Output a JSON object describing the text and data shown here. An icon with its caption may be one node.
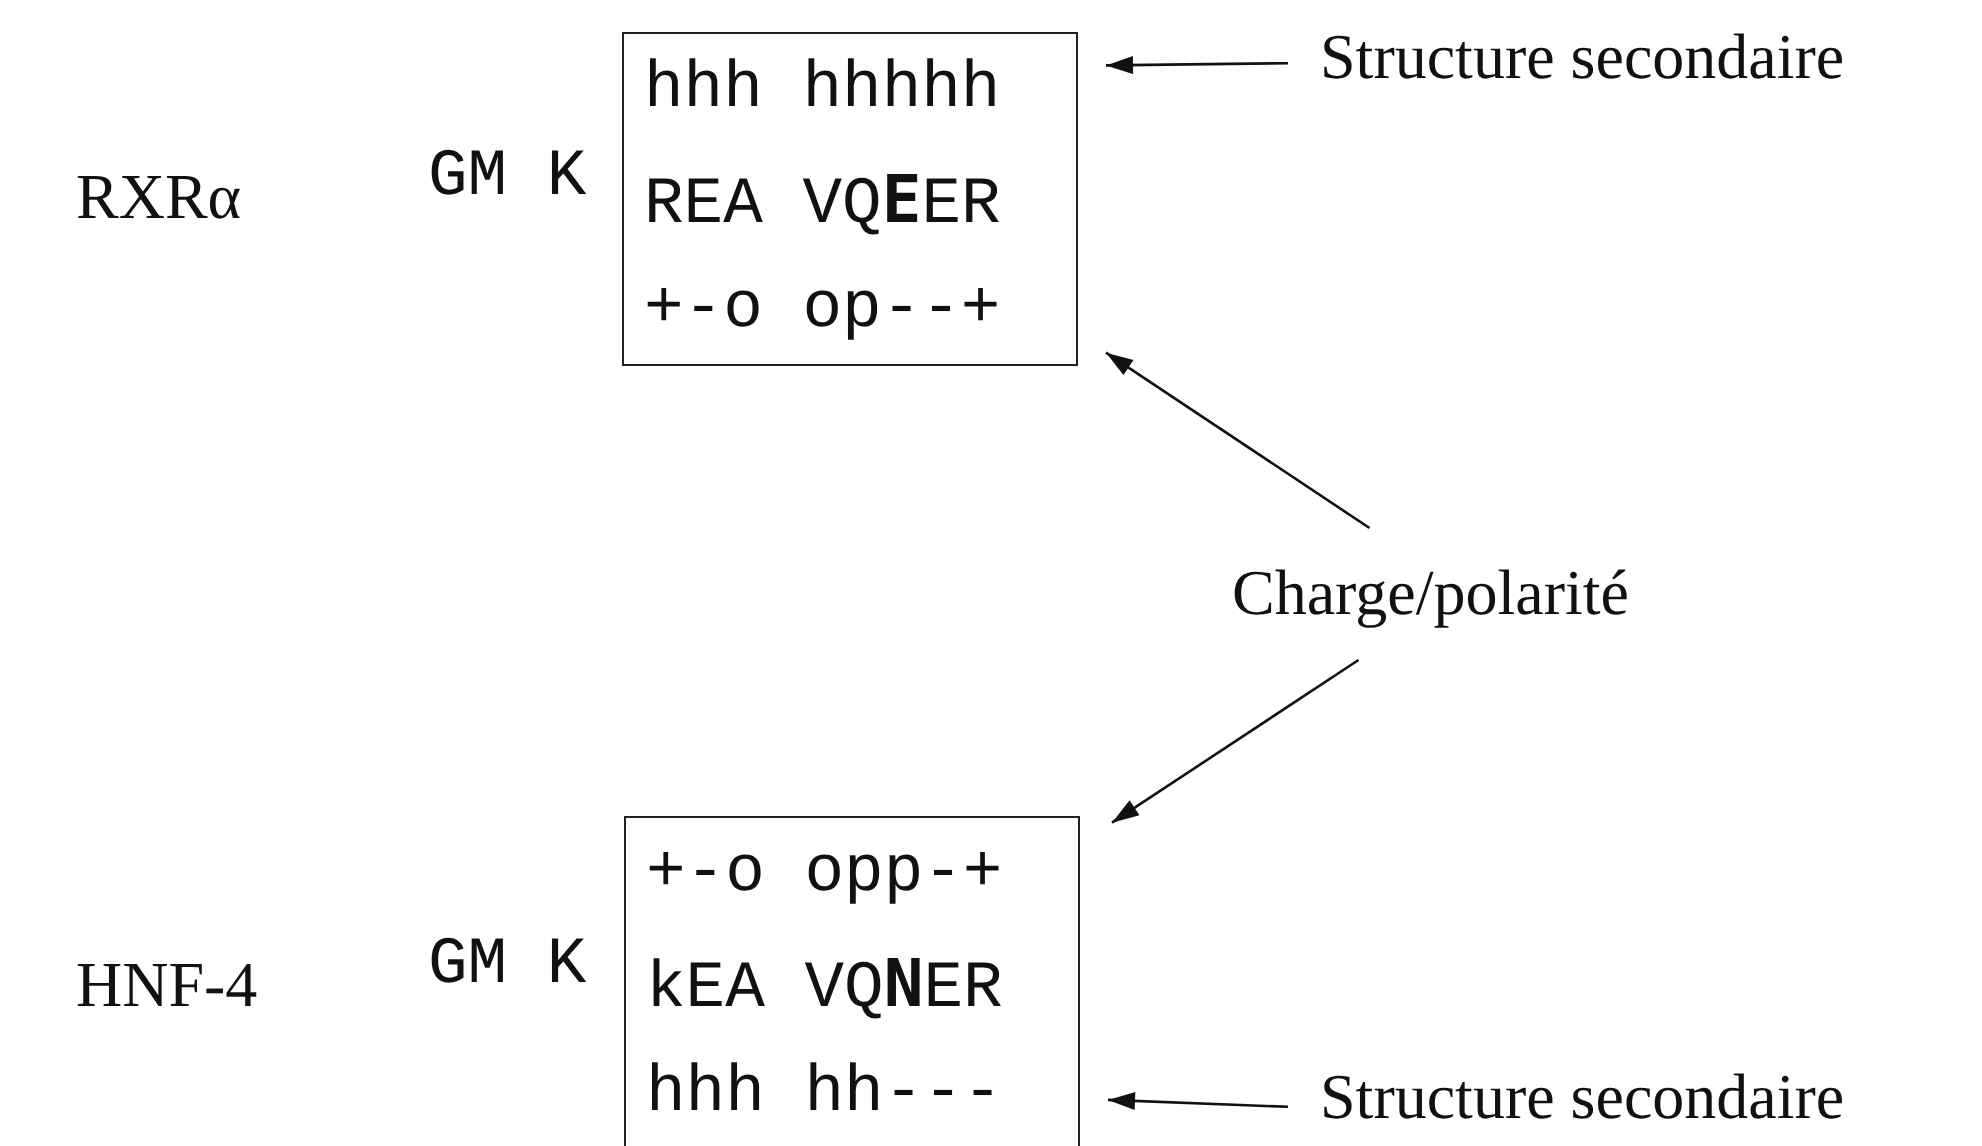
{
  "diagram": {
    "nodes": [
      {
        "text": [
          "hhh hhhhh",
          "REA VQ**E**ER",
          "+-o op--+"
        ]
      },
      {
        "text": [
          "Structure secondaire"
        ]
      },
      {
        "text": [
          "Charge/polarité"
        ]
      },
      {
        "text": [
          "+-o opp-+",
          "kEA VQ**N**ER",
          "hhh hh---"
        ]
      },
      {
        "text": [
          "Structure secondaire"
        ]
      }
    ],
    "edges": [
      {
        "from": 1,
        "to": 0,
        "arrow": "to"
      },
      {
        "from": 2,
        "to": 0,
        "arrow": "to"
      },
      {
        "from": 2,
        "to": 3,
        "arrow": "to"
      },
      {
        "from": 4,
        "to": 3,
        "arrow": "to"
      }
    ],
    "labels": [
      "RXRα",
      "GM K",
      "HNF-4",
      "GM K"
    ]
  }
}
